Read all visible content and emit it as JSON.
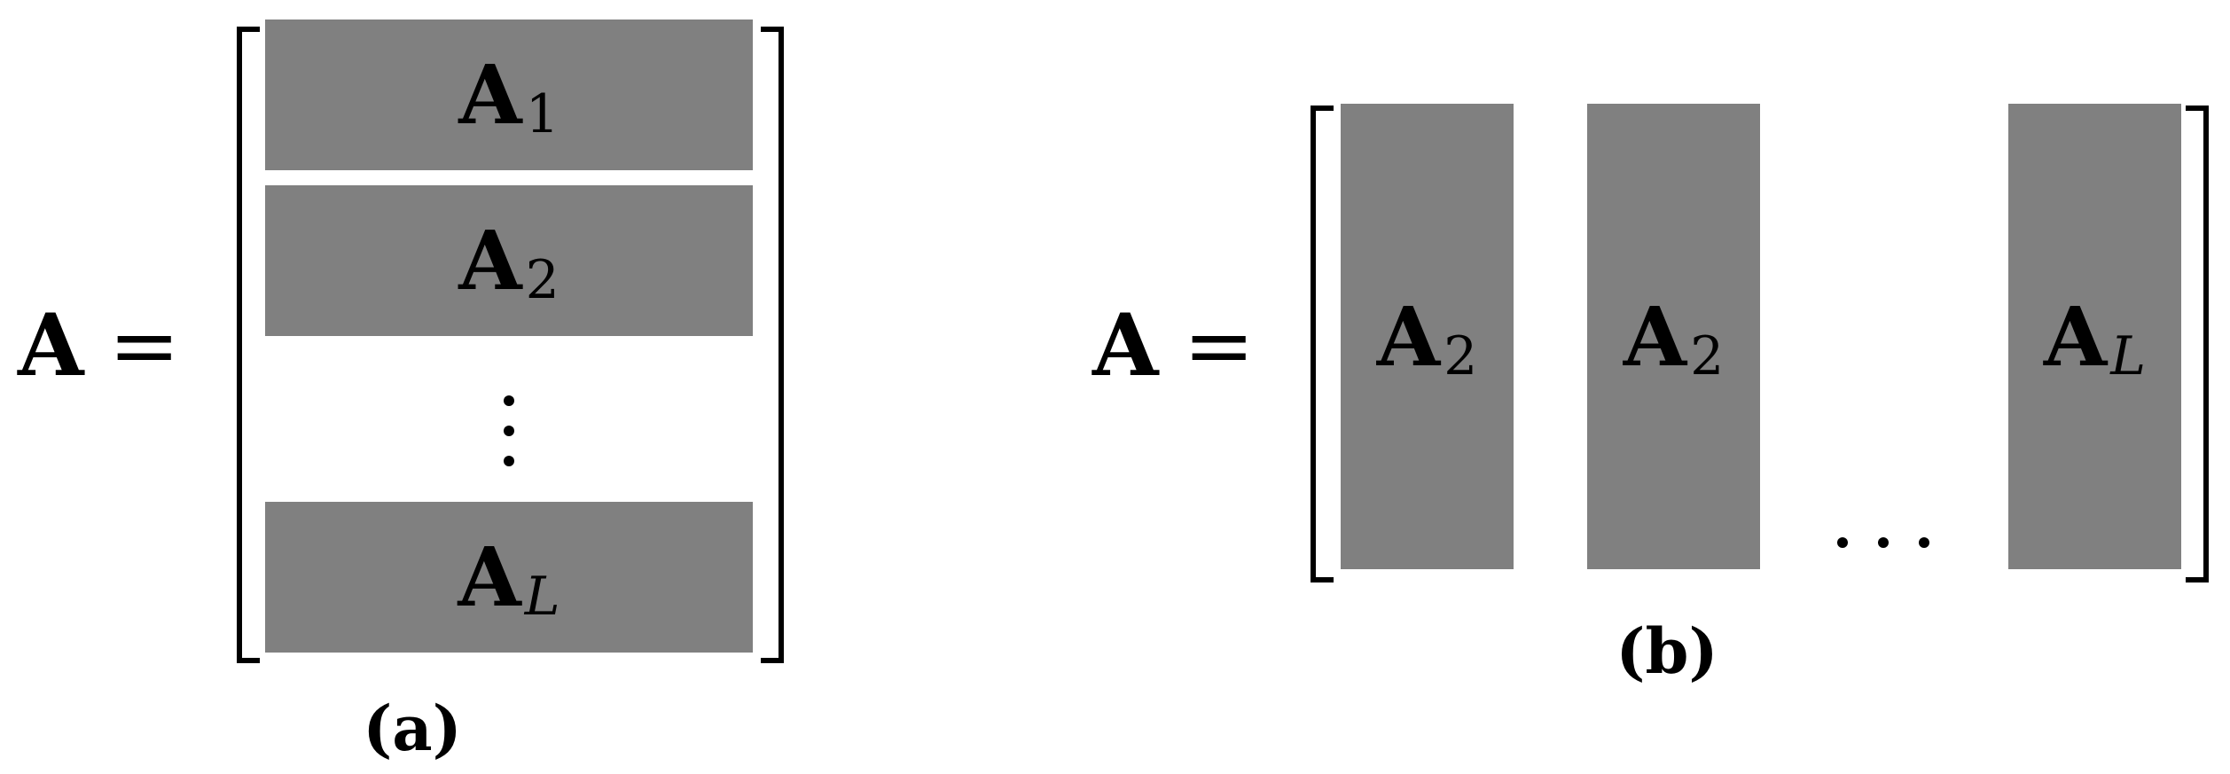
{
  "diagram": {
    "panel_a": {
      "lhs": "A",
      "equals": "=",
      "blocks": [
        {
          "base": "A",
          "sub": "1"
        },
        {
          "base": "A",
          "sub": "2"
        },
        {
          "base": "A",
          "sub": "L"
        }
      ],
      "caption": "(a)"
    },
    "panel_b": {
      "lhs": "A",
      "equals": "=",
      "blocks": [
        {
          "base": "A",
          "sub": "2"
        },
        {
          "base": "A",
          "sub": "2"
        },
        {
          "base": "A",
          "sub": "L"
        }
      ],
      "caption": "(b)"
    },
    "colors": {
      "block_fill": "#808080",
      "stroke": "#000000"
    }
  }
}
